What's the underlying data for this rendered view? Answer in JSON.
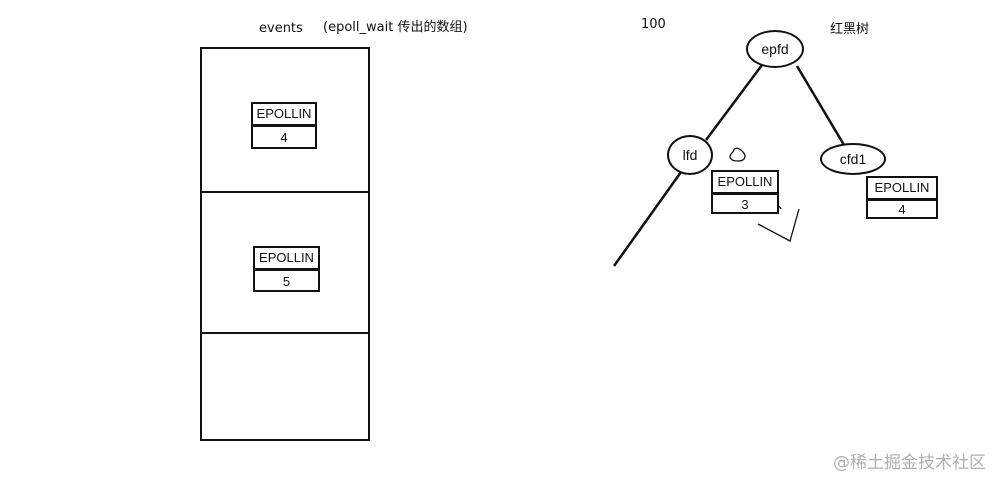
{
  "events_array": {
    "title": "events",
    "caption": "(epoll_wait 传出的数组)",
    "entries": [
      {
        "event": "EPOLLIN",
        "fd": "4"
      },
      {
        "event": "EPOLLIN",
        "fd": "5"
      }
    ]
  },
  "rb_tree": {
    "count_label": "100",
    "title": "红黑树",
    "nodes": [
      {
        "name": "epfd"
      },
      {
        "name": "lfd",
        "event": "EPOLLIN",
        "fd": "3"
      },
      {
        "name": "cfd1",
        "event": "EPOLLIN",
        "fd": "4"
      }
    ]
  },
  "watermark": "@稀土掘金技术社区"
}
